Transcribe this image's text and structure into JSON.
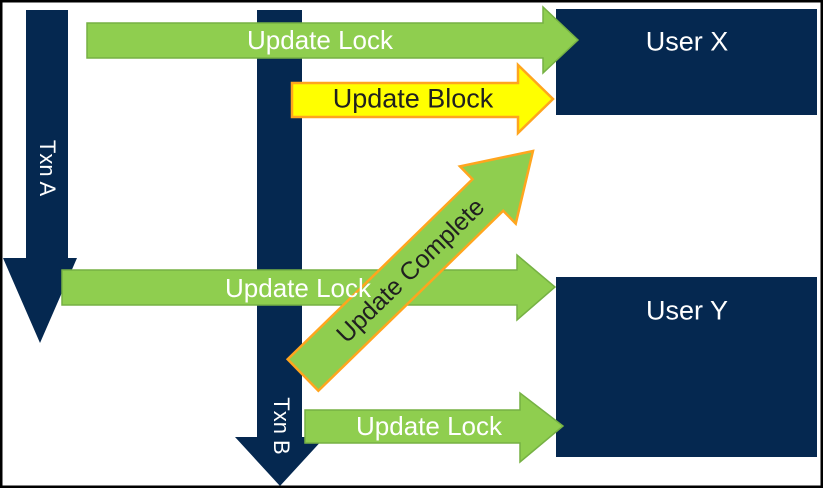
{
  "colors": {
    "navy": "#052850",
    "green": "#8fce4f",
    "green_border": "#76b144",
    "yellow": "#ffff00",
    "orange": "#ffa51e",
    "dark_text": "#202020",
    "white_text": "#ffffff"
  },
  "transactions": [
    {
      "label": "Txn A"
    },
    {
      "label": "Txn B"
    }
  ],
  "users": [
    {
      "label": "User X"
    },
    {
      "label": "User Y"
    }
  ],
  "arrows": [
    {
      "label": "Update Lock",
      "type": "lock",
      "from": "Txn A",
      "to": "User X"
    },
    {
      "label": "Update Block",
      "type": "block",
      "from": "Txn B",
      "to": "User X"
    },
    {
      "label": "Update Lock",
      "type": "lock",
      "from": "Txn A",
      "to": "User Y"
    },
    {
      "label": "Update Complete",
      "type": "complete",
      "from": "Txn B",
      "to": "User X"
    },
    {
      "label": "Update Lock",
      "type": "lock",
      "from": "Txn B",
      "to": "User Y"
    }
  ]
}
